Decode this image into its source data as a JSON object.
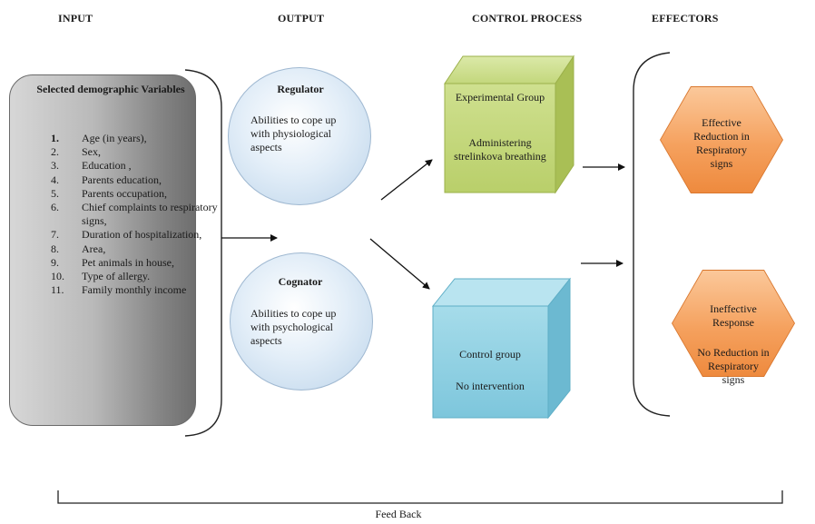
{
  "headers": {
    "input": "INPUT",
    "output": "OUTPUT",
    "control_process": "CONTROL PROCESS",
    "effectors": "EFFECTORS"
  },
  "input": {
    "title": "Selected demographic Variables",
    "variables": [
      {
        "num": "1.",
        "text": "Age (in years),"
      },
      {
        "num": "2.",
        "text": "Sex,"
      },
      {
        "num": "3.",
        "text": "Education ,"
      },
      {
        "num": "4.",
        "text": "Parents education,"
      },
      {
        "num": "5.",
        "text": "Parents occupation,"
      },
      {
        "num": "6.",
        "text": "Chief complaints to respiratory signs,"
      },
      {
        "num": "7.",
        "text": "Duration of hospitalization,"
      },
      {
        "num": "8.",
        "text": "Area,"
      },
      {
        "num": "9.",
        "text": "Pet animals in house,"
      },
      {
        "num": "10.",
        "text": "Type of allergy."
      },
      {
        "num": "11.",
        "text": "Family monthly income"
      }
    ]
  },
  "output": {
    "regulator": {
      "title": "Regulator",
      "text": "Abilities to cope up with physiological aspects"
    },
    "cognator": {
      "title": "Cognator",
      "text": "Abilities to cope up with psychological aspects"
    }
  },
  "control": {
    "experimental": {
      "title": "Experimental Group",
      "text": "Administering strelinkova breathing"
    },
    "control_group": {
      "title": "Control group",
      "text": "No intervention"
    }
  },
  "effectors": {
    "effective": "Effective Reduction in Respiratory signs",
    "ineffective": {
      "title": "Ineffective Response",
      "text": "No Reduction in Respiratory signs"
    }
  },
  "feedback": "Feed Back",
  "colors": {
    "input_box": "#9a9a9a",
    "circle": "#cfe0f0",
    "experimental_cube": "#c6da7e",
    "control_cube": "#8fd0e3",
    "hexagon": "#f5a15e"
  }
}
